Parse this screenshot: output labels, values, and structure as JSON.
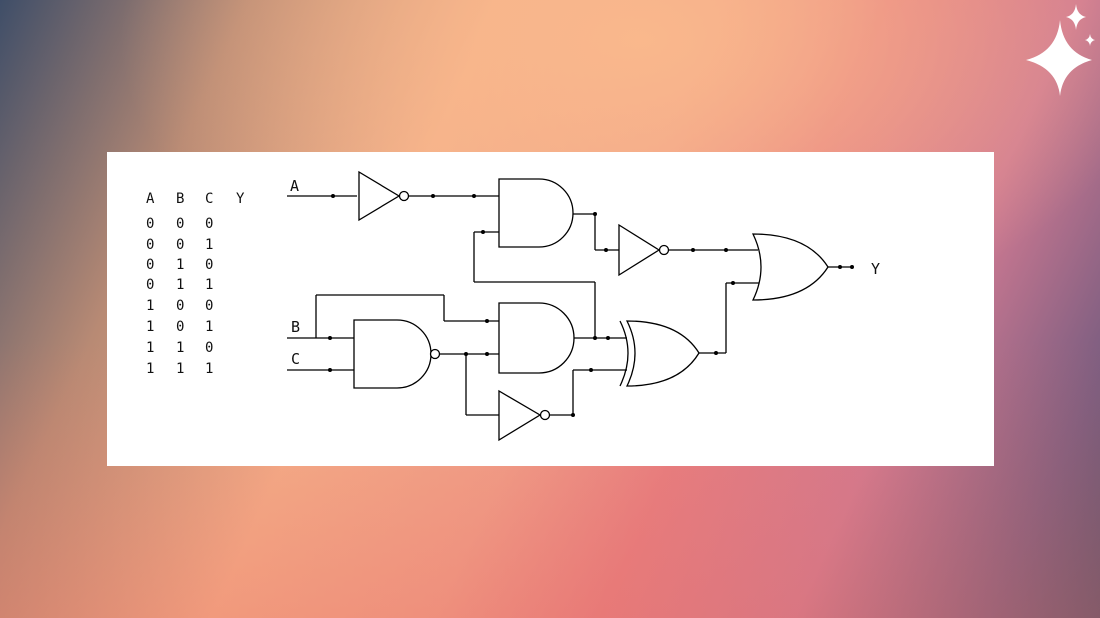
{
  "truth_table": {
    "headers": [
      "A",
      "B",
      "C",
      "Y"
    ],
    "rows": [
      [
        "0",
        "0",
        "0",
        ""
      ],
      [
        "0",
        "0",
        "1",
        ""
      ],
      [
        "0",
        "1",
        "0",
        ""
      ],
      [
        "0",
        "1",
        "1",
        ""
      ],
      [
        "1",
        "0",
        "0",
        ""
      ],
      [
        "1",
        "0",
        "1",
        ""
      ],
      [
        "1",
        "1",
        "0",
        ""
      ],
      [
        "1",
        "1",
        "1",
        ""
      ]
    ]
  },
  "circuit": {
    "input_a": "A",
    "input_b": "B",
    "input_c": "C",
    "output_y": "Y",
    "gates": [
      "not",
      "and",
      "not",
      "or",
      "nand",
      "and",
      "xor",
      "not"
    ]
  },
  "colors": {
    "panel": "#ffffff",
    "wire": "#000000"
  },
  "decoration": {
    "corner_icon": "sparkle-icon"
  }
}
